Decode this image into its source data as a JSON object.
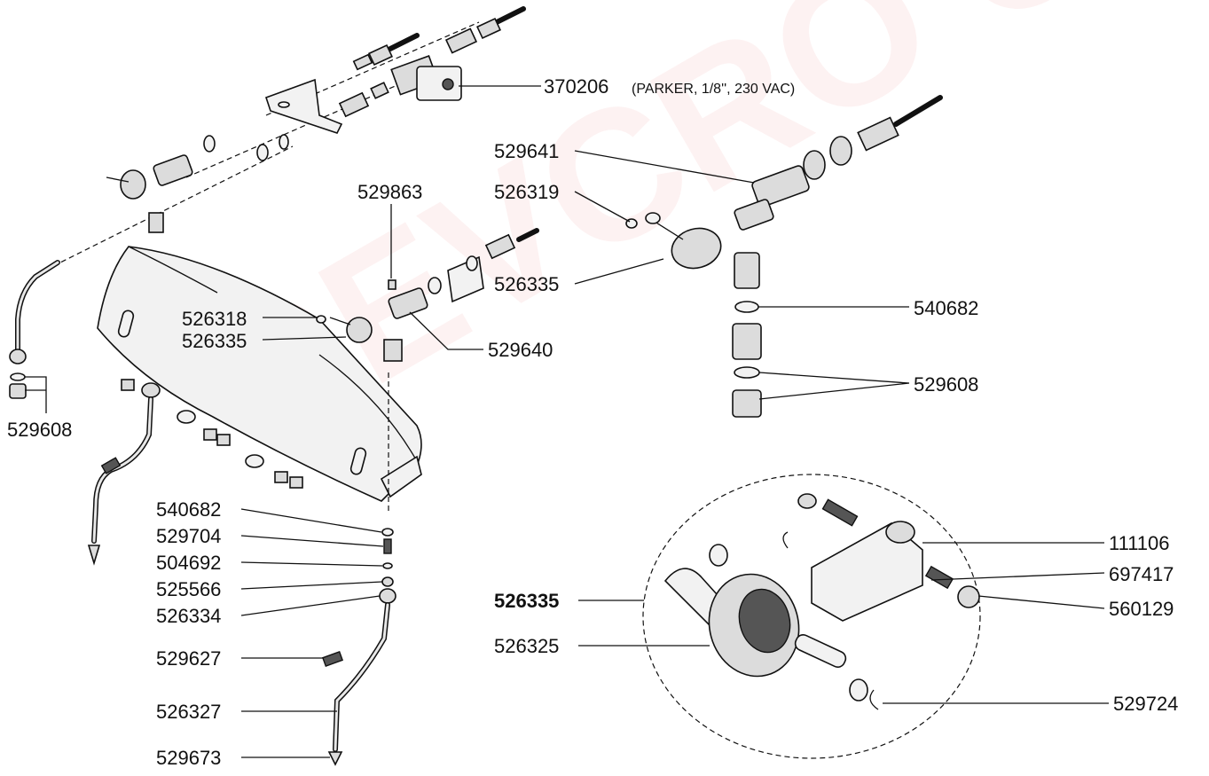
{
  "watermark": {
    "text": "GEVCRO GROUP",
    "color": "#e41c1c"
  },
  "labels": {
    "p370206": "370206",
    "p370206_note": "(PARKER, 1/8'', 230 VAC)",
    "p529641": "529641",
    "p526319": "526319",
    "p529863": "529863",
    "p526335_right": "526335",
    "p540682_right": "540682",
    "p529608_right": "529608",
    "p526318": "526318",
    "p526335_left": "526335",
    "p529640": "529640",
    "p529608_left": "529608",
    "p540682_bottom": "540682",
    "p529704": "529704",
    "p504692": "504692",
    "p525566": "525566",
    "p526334": "526334",
    "p529627": "529627",
    "p526327": "526327",
    "p529673": "529673",
    "p526335_detail": "526335",
    "p526325": "526325",
    "p111106": "111106",
    "p697417": "697417",
    "p560129": "560129",
    "p529724": "529724"
  },
  "icons": {
    "solenoid_valve": "solenoid-valve-icon",
    "steam_tap": "steam-tap-icon",
    "wand": "steam-wand-icon",
    "cover": "cover-panel-icon",
    "knob": "tap-knob-icon"
  }
}
